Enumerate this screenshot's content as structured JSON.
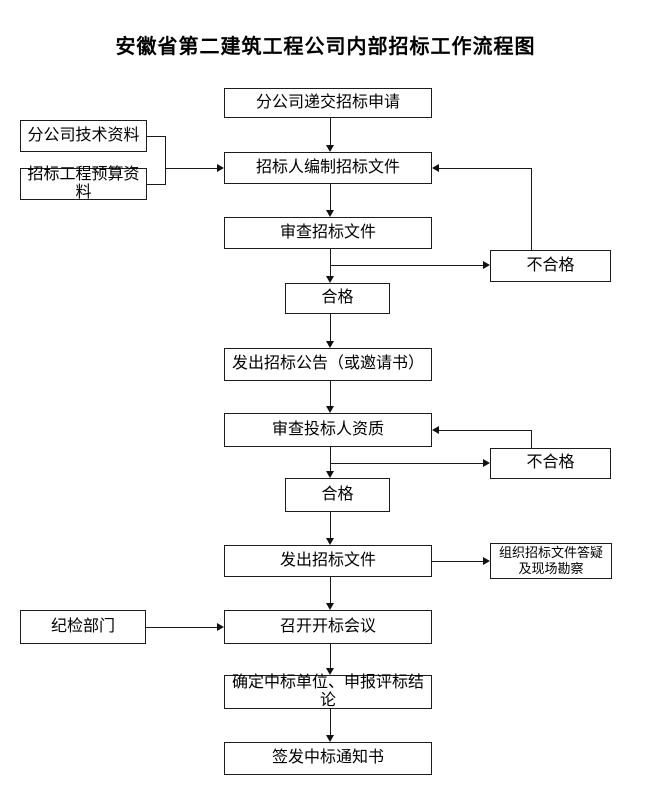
{
  "title": "安徽省第二建筑工程公司内部招标工作流程图",
  "colors": {
    "background": "#ffffff",
    "line": "#1a1a1a",
    "text": "#000000"
  },
  "nodes": {
    "submit_application": {
      "label": "分公司递交招标申请"
    },
    "tech_info": {
      "label": "分公司技术资料"
    },
    "budget_info": {
      "label": "招标工程预算资料"
    },
    "prepare_documents": {
      "label": "招标人编制招标文件"
    },
    "review_documents": {
      "label": "审查招标文件"
    },
    "unqualified_1": {
      "label": "不合格"
    },
    "qualified_1": {
      "label": "合格"
    },
    "announcement": {
      "label": "发出招标公告（或邀请书）"
    },
    "review_bidders": {
      "label": "审查投标人资质"
    },
    "unqualified_2": {
      "label": "不合格"
    },
    "qualified_2": {
      "label": "合格"
    },
    "issue_documents": {
      "label": "发出招标文件"
    },
    "qa_site_survey": {
      "line1": "组织招标文件答疑",
      "line2": "及现场勘察"
    },
    "discipline_dept": {
      "label": "纪检部门"
    },
    "opening_meeting": {
      "label": "召开开标会议"
    },
    "determine_winner": {
      "label": "确定中标单位、申报评标结论"
    },
    "issue_notice": {
      "label": "签发中标通知书"
    }
  }
}
